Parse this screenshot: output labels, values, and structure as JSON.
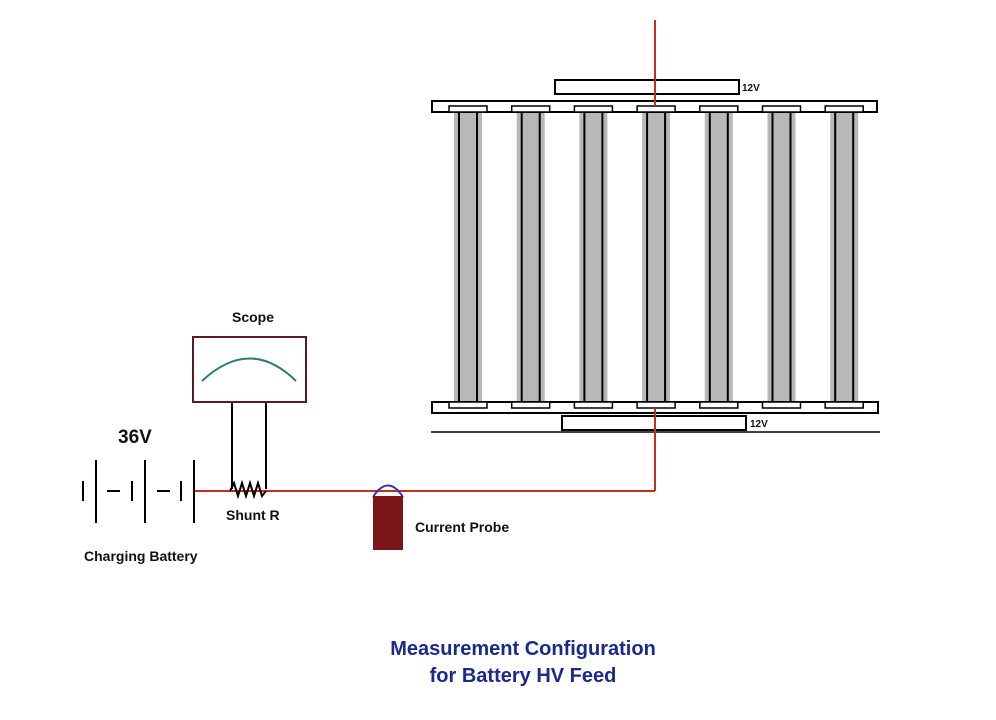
{
  "labels": {
    "scope": "Scope",
    "voltage": "36V",
    "shunt": "Shunt R",
    "charging_battery": "Charging Battery",
    "current_probe": "Current Probe",
    "top_bus": "12V",
    "bottom_bus": "12V"
  },
  "caption": {
    "line1": "Measurement Configuration",
    "line2": "for Battery HV Feed"
  },
  "pack": {
    "cell_count": 7
  },
  "colors": {
    "wire": "#cc2a1a",
    "probe_body": "#7a1419",
    "probe_loop": "#3333bb",
    "scope_frame": "#5a1a1f",
    "scope_trace": "#2a7d74",
    "cell_fill": "#b8b8b8",
    "caption": "#1a2a8c"
  }
}
